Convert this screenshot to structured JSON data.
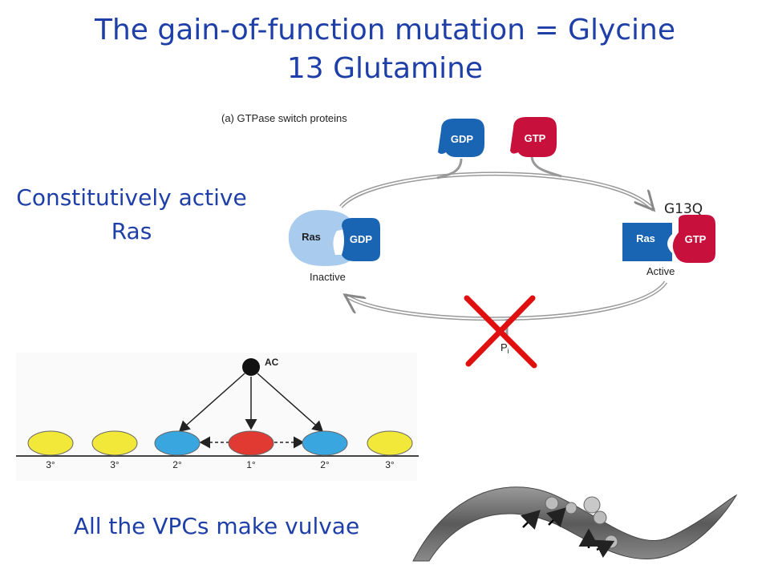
{
  "slide": {
    "title_line1": "The gain-of-function mutation = Glycine",
    "title_line2": "13 Glutamine",
    "constitutive_line1": "Constitutively active",
    "constitutive_line2": "Ras",
    "vpc_caption": "All the VPCs make vulvae"
  },
  "gtpase_diagram": {
    "panel_label": "(a) GTPase switch proteins",
    "gdp_label": "GDP",
    "gtp_label": "GTP",
    "ras_label": "Ras",
    "inactive_label": "Inactive",
    "active_label": "Active",
    "mutation_label": "G13Q",
    "pi_label": "P",
    "pi_sub": "i",
    "colors": {
      "gdp": "#1a64b4",
      "gtp": "#c8103c",
      "ras_inactive": "#a8cbee",
      "ras_active": "#1a64b4",
      "cross": "#e01010"
    }
  },
  "vpc_diagram": {
    "ac_label": "AC",
    "cells": [
      {
        "fate": "3°",
        "color": "#f1e83a"
      },
      {
        "fate": "3°",
        "color": "#f1e83a"
      },
      {
        "fate": "2°",
        "color": "#3aa6e0"
      },
      {
        "fate": "1°",
        "color": "#e03a32"
      },
      {
        "fate": "2°",
        "color": "#3aa6e0"
      },
      {
        "fate": "3°",
        "color": "#f1e83a"
      }
    ]
  }
}
